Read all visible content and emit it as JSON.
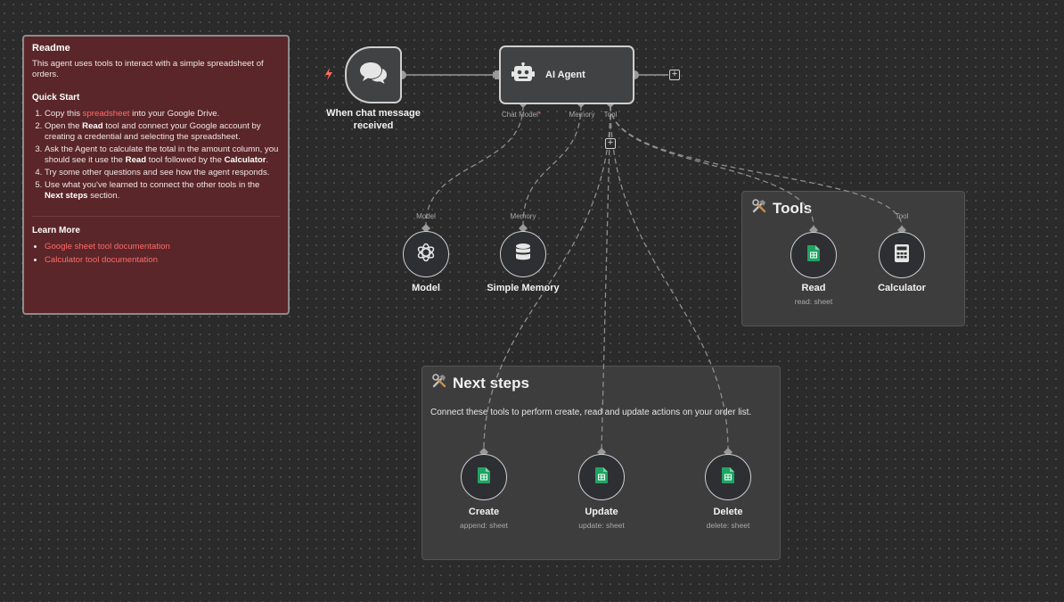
{
  "readme": {
    "title": "Readme",
    "intro": "This agent uses tools to interact with a simple spreadsheet of orders.",
    "quick_start_heading": "Quick Start",
    "steps": {
      "s1_a": "Copy this ",
      "s1_link": "spreadsheet",
      "s1_b": " into your Google Drive.",
      "s2_a": "Open the ",
      "s2_b": "Read",
      "s2_c": " tool and connect your Google account by creating a credential and selecting the spreadsheet.",
      "s3_a": "Ask the Agent to calculate the total in the amount column, you should see it use the ",
      "s3_b": "Read",
      "s3_c": " tool followed by the ",
      "s3_d": "Calculator",
      "s3_e": ".",
      "s4": "Try some other questions and see how the agent responds.",
      "s5_a": "Use what you've learned to connect the other tools in the ",
      "s5_b": "Next steps",
      "s5_c": " section."
    },
    "learn_more_heading": "Learn More",
    "links": [
      "Google sheet tool documentation",
      "Calculator tool documentation"
    ]
  },
  "trigger": {
    "label_line1": "When chat message",
    "label_line2": "received"
  },
  "agent": {
    "title": "AI Agent",
    "ports": {
      "chat_model": "Chat Model",
      "required_mark": "*",
      "memory": "Memory",
      "tool": "Tool"
    }
  },
  "model_node": {
    "label": "Model",
    "port": "Model"
  },
  "memory_node": {
    "label": "Simple Memory",
    "port": "Memory"
  },
  "tools_group": {
    "title": "Tools",
    "read": {
      "label": "Read",
      "sub": "read: sheet"
    },
    "calculator": {
      "label": "Calculator",
      "sub": "",
      "port": "Tool"
    }
  },
  "next_group": {
    "title": "Next steps",
    "desc": "Connect these tools to perform create, read and update actions on your order list.",
    "create": {
      "label": "Create",
      "sub": "append: sheet"
    },
    "update": {
      "label": "Update",
      "sub": "update: sheet"
    },
    "delete": {
      "label": "Delete",
      "sub": "delete: sheet"
    }
  },
  "colors": {
    "sticky_red": "#5a2629",
    "link": "#ff6b6b",
    "sheet_green": "#1fa463",
    "trigger_bolt": "#ff6b5b"
  }
}
